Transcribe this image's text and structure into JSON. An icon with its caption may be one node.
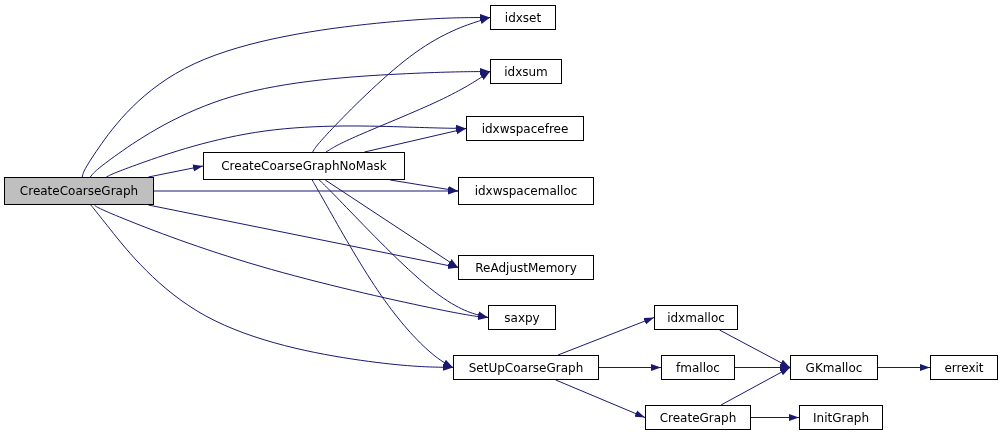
{
  "diagram": {
    "nodes": [
      {
        "text": [
          "CreateCoarseGraph"
        ]
      },
      {
        "text": [
          "idxset"
        ]
      },
      {
        "text": [
          "idxsum"
        ]
      },
      {
        "text": [
          "idxwspacefree"
        ]
      },
      {
        "text": [
          "CreateCoarseGraphNoMask"
        ]
      },
      {
        "text": [
          "idxwspacemalloc"
        ]
      },
      {
        "text": [
          "ReAdjustMemory"
        ]
      },
      {
        "text": [
          "saxpy"
        ]
      },
      {
        "text": [
          "idxmalloc"
        ]
      },
      {
        "text": [
          "SetUpCoarseGraph"
        ]
      },
      {
        "text": [
          "fmalloc"
        ]
      },
      {
        "text": [
          "GKmalloc"
        ]
      },
      {
        "text": [
          "errexit"
        ]
      },
      {
        "text": [
          "CreateGraph"
        ]
      },
      {
        "text": [
          "InitGraph"
        ]
      }
    ],
    "edges": [
      {
        "from": 0,
        "to": 1,
        "arrow": "to"
      },
      {
        "from": 0,
        "to": 2,
        "arrow": "to"
      },
      {
        "from": 0,
        "to": 3,
        "arrow": "to"
      },
      {
        "from": 0,
        "to": 4,
        "arrow": "to"
      },
      {
        "from": 0,
        "to": 5,
        "arrow": "to"
      },
      {
        "from": 0,
        "to": 6,
        "arrow": "to"
      },
      {
        "from": 0,
        "to": 7,
        "arrow": "to"
      },
      {
        "from": 0,
        "to": 9,
        "arrow": "to"
      },
      {
        "from": 4,
        "to": 1,
        "arrow": "to"
      },
      {
        "from": 4,
        "to": 2,
        "arrow": "to"
      },
      {
        "from": 4,
        "to": 3,
        "arrow": "to"
      },
      {
        "from": 4,
        "to": 5,
        "arrow": "to"
      },
      {
        "from": 4,
        "to": 6,
        "arrow": "to"
      },
      {
        "from": 4,
        "to": 7,
        "arrow": "to"
      },
      {
        "from": 4,
        "to": 9,
        "arrow": "to"
      },
      {
        "from": 9,
        "to": 8,
        "arrow": "to"
      },
      {
        "from": 9,
        "to": 10,
        "arrow": "to"
      },
      {
        "from": 9,
        "to": 13,
        "arrow": "to"
      },
      {
        "from": 8,
        "to": 11,
        "arrow": "to"
      },
      {
        "from": 10,
        "to": 11,
        "arrow": "to"
      },
      {
        "from": 13,
        "to": 11,
        "arrow": "to"
      },
      {
        "from": 13,
        "to": 14,
        "arrow": "to"
      },
      {
        "from": 11,
        "to": 12,
        "arrow": "to"
      }
    ]
  }
}
